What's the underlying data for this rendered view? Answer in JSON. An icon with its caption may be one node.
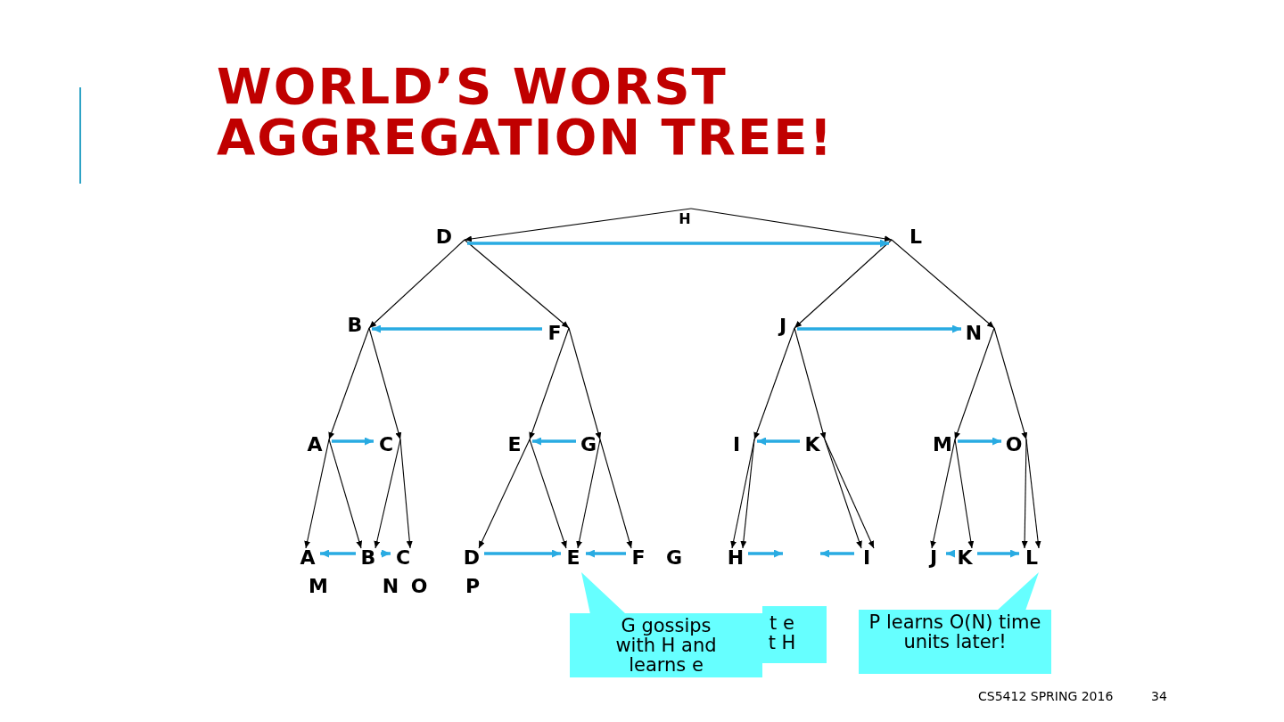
{
  "diagram": {
    "title": "WORLD’S WORST AGGREGATION TREE!",
    "nodes": [
      {
        "text": [
          "H"
        ]
      },
      {
        "text": [
          "D"
        ]
      },
      {
        "text": [
          "L"
        ]
      },
      {
        "text": [
          "B"
        ]
      },
      {
        "text": [
          "F"
        ]
      },
      {
        "text": [
          "J"
        ]
      },
      {
        "text": [
          "N"
        ]
      },
      {
        "text": [
          "A"
        ]
      },
      {
        "text": [
          "C"
        ]
      },
      {
        "text": [
          "E"
        ]
      },
      {
        "text": [
          "G"
        ]
      },
      {
        "text": [
          "I"
        ]
      },
      {
        "text": [
          "K"
        ]
      },
      {
        "text": [
          "M"
        ]
      },
      {
        "text": [
          "O"
        ]
      },
      {
        "text": [
          "t e t H"
        ]
      },
      {
        "text": [
          "G gossips with H and learns e"
        ]
      },
      {
        "text": [
          "P learns O(N) time units later!"
        ]
      },
      {
        "text": [
          "A"
        ]
      },
      {
        "text": [
          "B"
        ]
      },
      {
        "text": [
          "C"
        ]
      },
      {
        "text": [
          "D"
        ]
      },
      {
        "text": [
          "E"
        ]
      },
      {
        "text": [
          "F"
        ]
      },
      {
        "text": [
          "G"
        ]
      },
      {
        "text": [
          "H"
        ]
      },
      {
        "text": [
          "I"
        ]
      },
      {
        "text": [
          "J"
        ]
      },
      {
        "text": [
          "K"
        ]
      },
      {
        "text": [
          "L"
        ]
      },
      {
        "text": [
          "M"
        ]
      },
      {
        "text": [
          "N"
        ]
      },
      {
        "text": [
          "O"
        ]
      },
      {
        "text": [
          "P"
        ]
      }
    ],
    "edges": [
      {
        "from": 0,
        "to": 1,
        "arrow": "to"
      },
      {
        "from": 0,
        "to": 2,
        "arrow": "to"
      },
      {
        "from": 1,
        "to": 3,
        "arrow": "to"
      },
      {
        "from": 1,
        "to": 4,
        "arrow": "to"
      },
      {
        "from": 2,
        "to": 5,
        "arrow": "to"
      },
      {
        "from": 2,
        "to": 6,
        "arrow": "to"
      },
      {
        "from": 3,
        "to": 7,
        "arrow": "to"
      },
      {
        "from": 3,
        "to": 8,
        "arrow": "to"
      },
      {
        "from": 4,
        "to": 9,
        "arrow": "to"
      },
      {
        "from": 4,
        "to": 10,
        "arrow": "to"
      },
      {
        "from": 5,
        "to": 11,
        "arrow": "to"
      },
      {
        "from": 5,
        "to": 12,
        "arrow": "to"
      },
      {
        "from": 6,
        "to": 13,
        "arrow": "to"
      },
      {
        "from": 6,
        "to": 14,
        "arrow": "to"
      },
      {
        "from": 7,
        "to": 18,
        "arrow": "to"
      },
      {
        "from": 7,
        "to": 19,
        "arrow": "to"
      },
      {
        "from": 8,
        "to": 19,
        "arrow": "to"
      },
      {
        "from": 8,
        "to": 20,
        "arrow": "to"
      },
      {
        "from": 9,
        "to": 21,
        "arrow": "to"
      },
      {
        "from": 9,
        "to": 22,
        "arrow": "to"
      },
      {
        "from": 10,
        "to": 22,
        "arrow": "to"
      },
      {
        "from": 10,
        "to": 23,
        "arrow": "to"
      },
      {
        "from": 11,
        "to": 25,
        "arrow": "to"
      },
      {
        "from": 11,
        "to": 25,
        "arrow": "to"
      },
      {
        "from": 12,
        "to": 26,
        "arrow": "to"
      },
      {
        "from": 12,
        "to": 26,
        "arrow": "to"
      },
      {
        "from": 13,
        "to": 27,
        "arrow": "to"
      },
      {
        "from": 13,
        "to": 28,
        "arrow": "to"
      },
      {
        "from": 14,
        "to": 29,
        "arrow": "to"
      },
      {
        "from": 14,
        "to": 29,
        "arrow": "to"
      },
      {
        "from": 1,
        "to": 2,
        "arrow": "to",
        "style": "thick",
        "color": "#29abe2"
      },
      {
        "from": 4,
        "to": 3,
        "arrow": "to",
        "style": "thick",
        "color": "#29abe2"
      },
      {
        "from": 5,
        "to": 6,
        "arrow": "to",
        "style": "thick",
        "color": "#29abe2"
      },
      {
        "from": 7,
        "to": 8,
        "arrow": "to",
        "style": "thick",
        "color": "#29abe2"
      },
      {
        "from": 10,
        "to": 9,
        "arrow": "to",
        "style": "thick",
        "color": "#29abe2"
      },
      {
        "from": 12,
        "to": 11,
        "arrow": "to",
        "style": "thick",
        "color": "#29abe2"
      },
      {
        "from": 13,
        "to": 14,
        "arrow": "to",
        "style": "thick",
        "color": "#29abe2"
      },
      {
        "from": 19,
        "to": 18,
        "arrow": "to",
        "style": "thick",
        "color": "#29abe2"
      },
      {
        "from": 19,
        "to": 20,
        "arrow": "to",
        "style": "thick",
        "color": "#29abe2"
      },
      {
        "from": 21,
        "to": 22,
        "arrow": "to",
        "style": "thick",
        "color": "#29abe2"
      },
      {
        "from": 23,
        "to": 22,
        "arrow": "to",
        "style": "thick",
        "color": "#29abe2"
      },
      {
        "from": 25,
        "to": null,
        "arrow": "to",
        "style": "thick",
        "color": "#29abe2"
      },
      {
        "from": 26,
        "to": null,
        "arrow": "to",
        "style": "thick",
        "color": "#29abe2"
      },
      {
        "from": 28,
        "to": 27,
        "arrow": "to",
        "style": "thick",
        "color": "#29abe2"
      },
      {
        "from": 28,
        "to": 29,
        "arrow": "to",
        "style": "thick",
        "color": "#29abe2"
      }
    ],
    "labels": [
      "CS5412 SPRING 2016",
      "34"
    ]
  }
}
